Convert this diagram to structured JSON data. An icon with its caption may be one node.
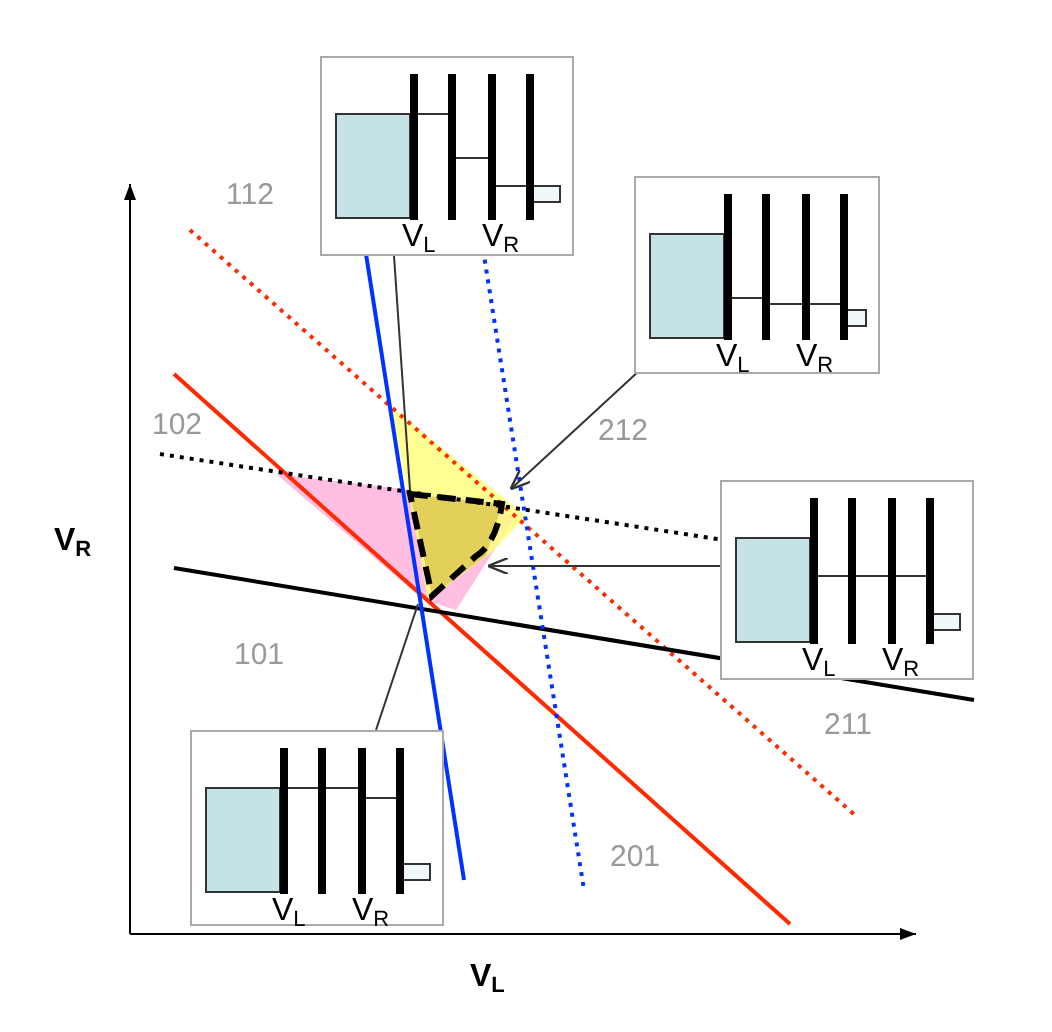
{
  "diagram": {
    "nodes": [
      {
        "text": [
          "V$_{L}$",
          "V$_{R}$"
        ]
      },
      {
        "text": [
          "V$_{L}$",
          "V$_{R}$"
        ]
      },
      {
        "text": [
          "V$_{L}$",
          "V$_{R}$"
        ]
      },
      {
        "text": [
          "V$_{L}$",
          "V$_{R}$"
        ]
      }
    ],
    "edges": [
      {
        "from": 0,
        "to": null,
        "arrow": "none"
      },
      {
        "from": 1,
        "to": null,
        "arrow": "to"
      },
      {
        "from": 2,
        "to": null,
        "arrow": "to"
      },
      {
        "from": 3,
        "to": null,
        "arrow": "none"
      }
    ],
    "labels": [
      "112",
      "102",
      "212",
      "V$_{R}$",
      "101",
      "211",
      "201",
      "V$_{L}$"
    ]
  }
}
